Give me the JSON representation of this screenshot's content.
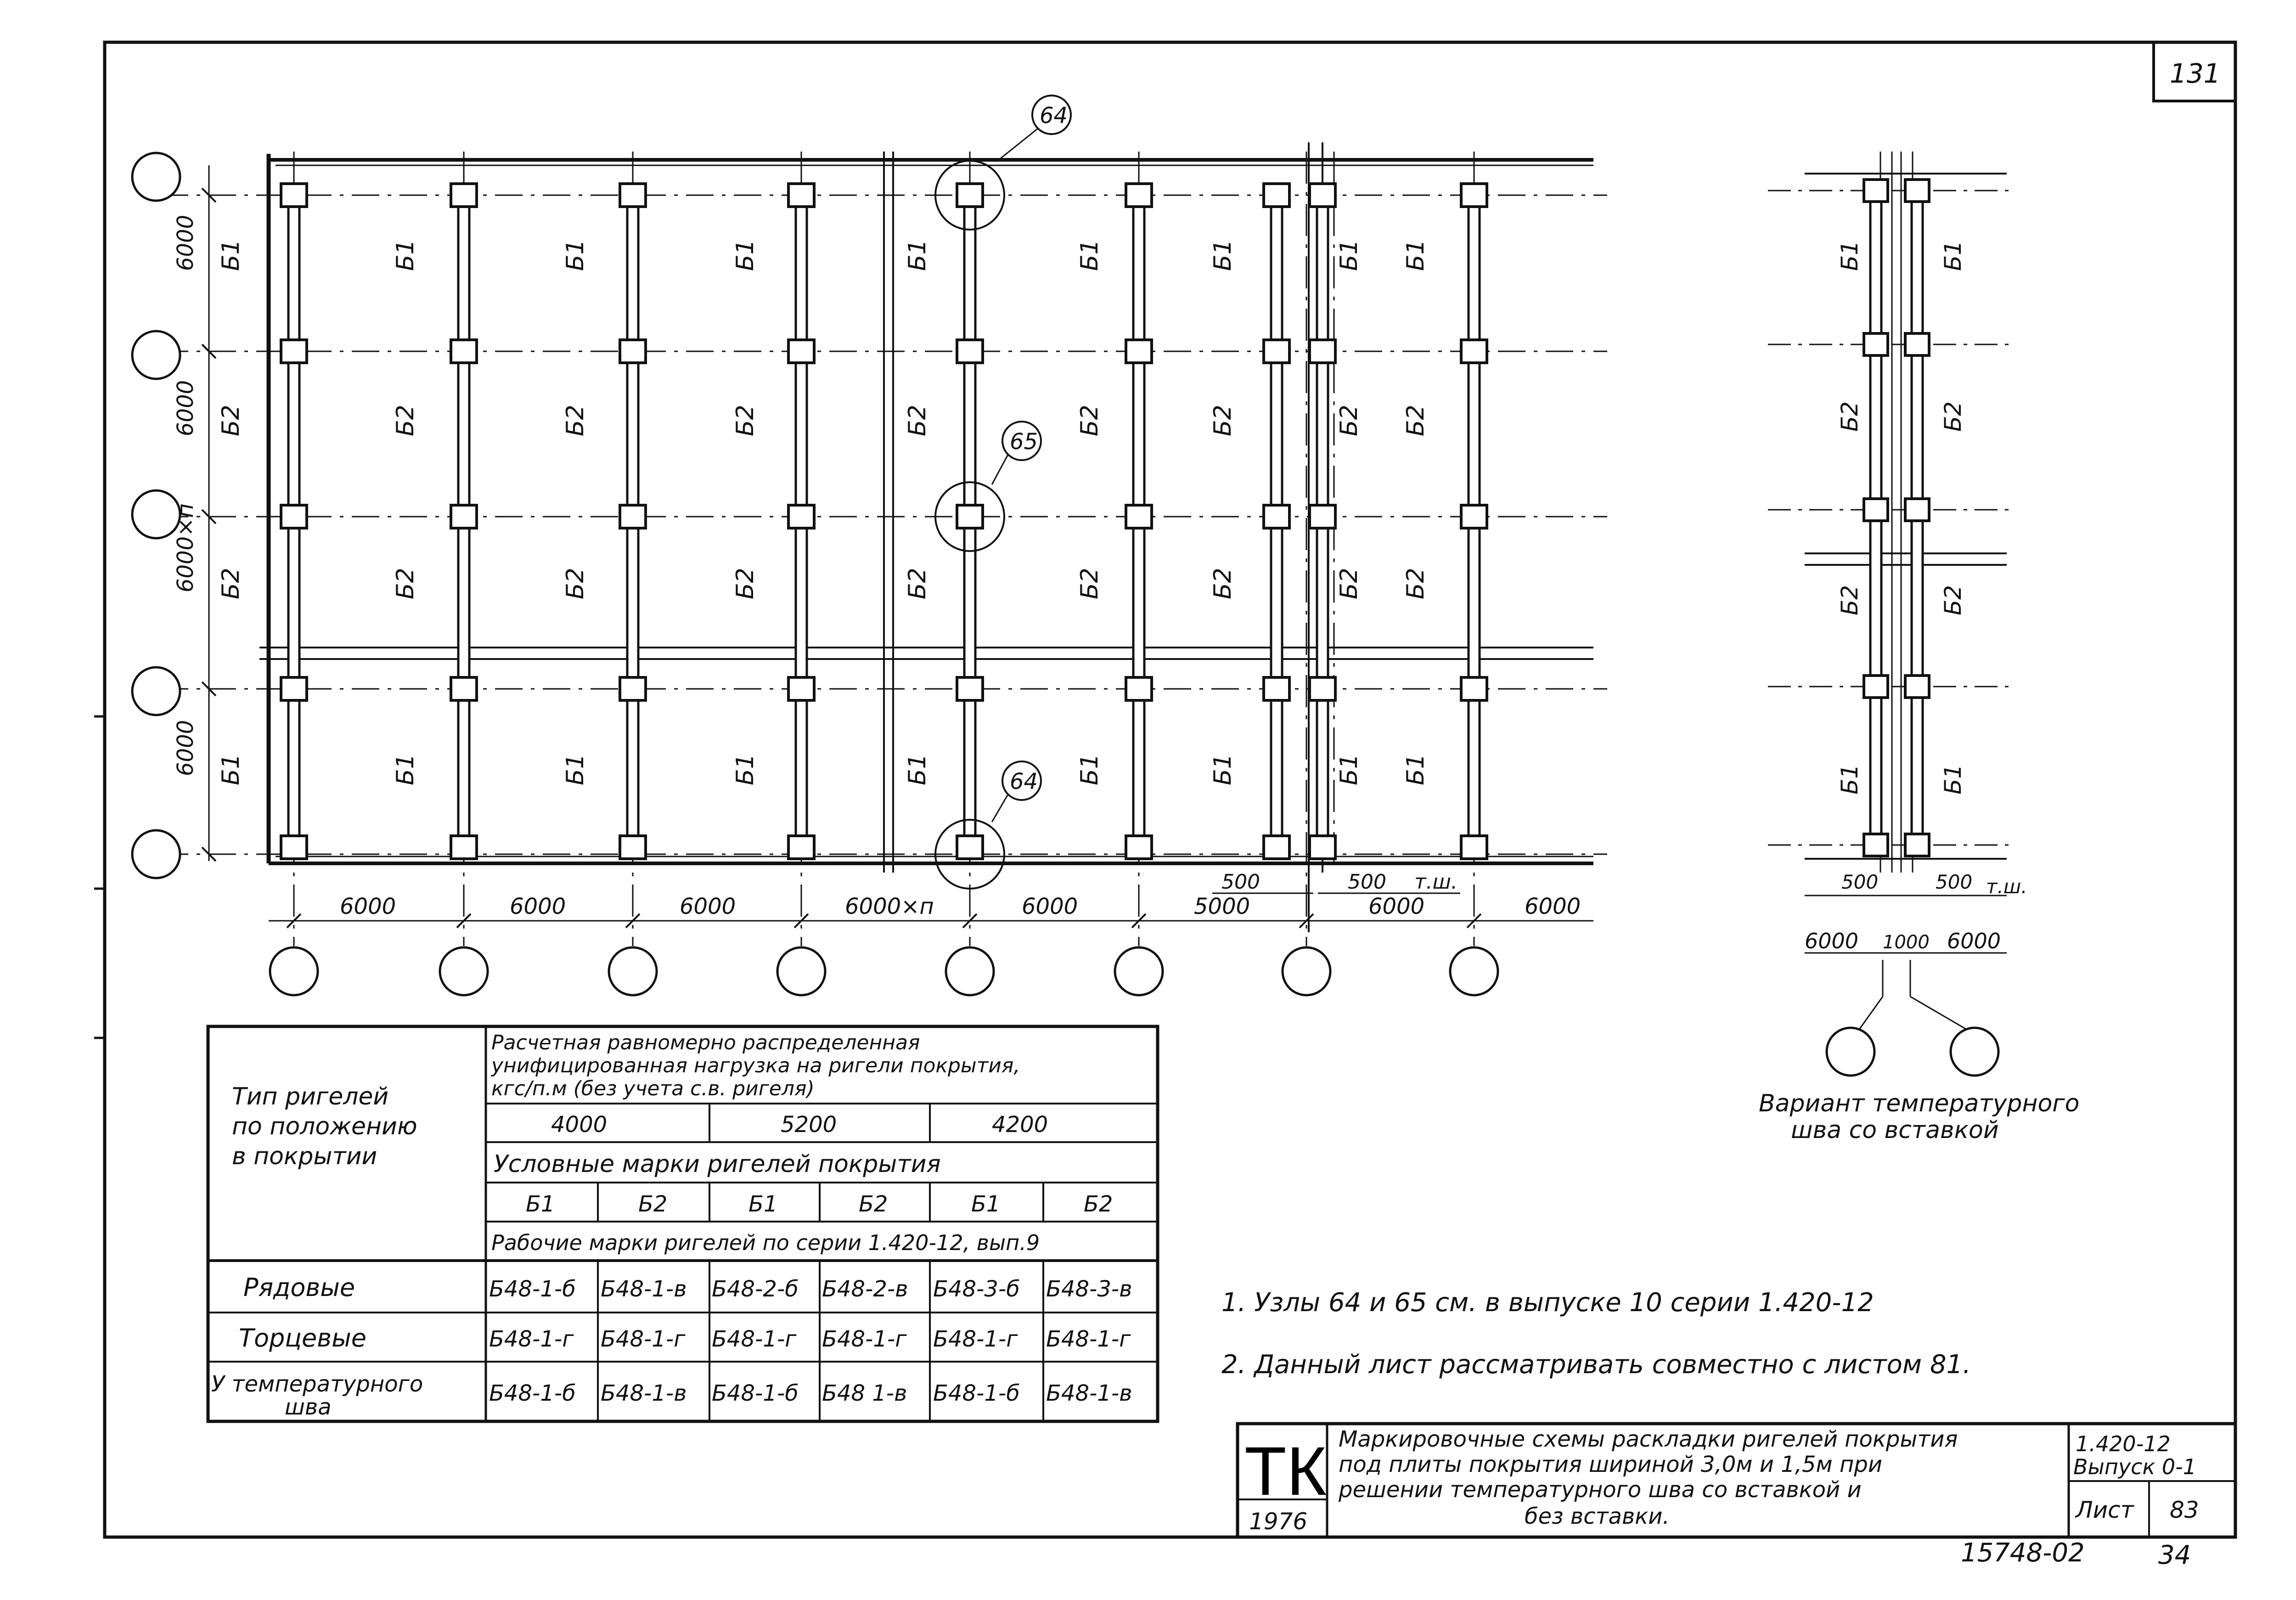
{
  "sheet": {
    "corner_number": "131",
    "bottom_code": "15748-02",
    "bottom_page": "34"
  },
  "plan": {
    "labels": {
      "b1": "Б1",
      "b2": "Б2"
    },
    "row_labels": [
      "Б1",
      "Б2",
      "Б2",
      "Б1"
    ],
    "left_dims": [
      "6000",
      "6000",
      "6000×п",
      "6000"
    ],
    "bottom_dims": [
      "6000",
      "6000",
      "6000",
      "6000×п",
      "6000",
      "5000",
      "6000",
      "6000"
    ],
    "bottom_small_dims": [
      "500",
      "500",
      "т.ш."
    ],
    "callouts": [
      "64",
      "65",
      "64"
    ]
  },
  "variant": {
    "row_labels": [
      "Б1",
      "Б2",
      "Б2",
      "Б1"
    ],
    "small_dims": [
      "500",
      "500",
      "т.ш."
    ],
    "dims": [
      "6000",
      "1000",
      "6000"
    ],
    "caption_line1": "Вариант температурного",
    "caption_line2": "шва со вставкой"
  },
  "table": {
    "type_header": "Тип ригелей по положению в покрытии",
    "type_header_lines": [
      "Тип ригелей",
      "по положению",
      "в покрытии"
    ],
    "load_header_lines": [
      "Расчетная равномерно распределенная",
      "унифицированная нагрузка на ригели покрытия,",
      "кгс/п.м (без учета с.в. ригеля)"
    ],
    "loads": [
      "4000",
      "5200",
      "4200"
    ],
    "conditional_header": "Условные марки ригелей покрытия",
    "marks": [
      "Б1",
      "Б2",
      "Б1",
      "Б2",
      "Б1",
      "Б2"
    ],
    "working_header": "Рабочие марки ригелей по серии 1.420-12, вып.9",
    "rows": [
      {
        "name": "Рядовые",
        "cells": [
          "Б48-1-б",
          "Б48-1-в",
          "Б48-2-б",
          "Б48-2-в",
          "Б48-3-б",
          "Б48-3-в"
        ]
      },
      {
        "name": "Торцевые",
        "cells": [
          "Б48-1-г",
          "Б48-1-г",
          "Б48-1-г",
          "Б48-1-г",
          "Б48-1-г",
          "Б48-1-г"
        ]
      },
      {
        "name": "У температурного шва",
        "cells": [
          "Б48-1-б",
          "Б48-1-в",
          "Б48-1-б",
          "Б48 1-в",
          "Б48-1-б",
          "Б48-1-в"
        ]
      }
    ],
    "row3_name_lines": [
      "У температурного",
      "шва"
    ]
  },
  "notes": [
    "1. Узлы 64 и 65 см. в выпуске 10 серии 1.420-12",
    "2. Данный лист рассматривать совместно с листом 81."
  ],
  "title_block": {
    "org": "ТК",
    "year": "1976",
    "title_lines": [
      "Маркировочные схемы раскладки ригелей покрытия",
      "под плиты покрытия шириной 3,0м и 1,5м при",
      "решении температурного шва со вставкой и",
      "без вставки."
    ],
    "series": "1.420-12",
    "issue": "Выпуск 0-1",
    "sheet_label": "Лист",
    "sheet_no": "83"
  }
}
